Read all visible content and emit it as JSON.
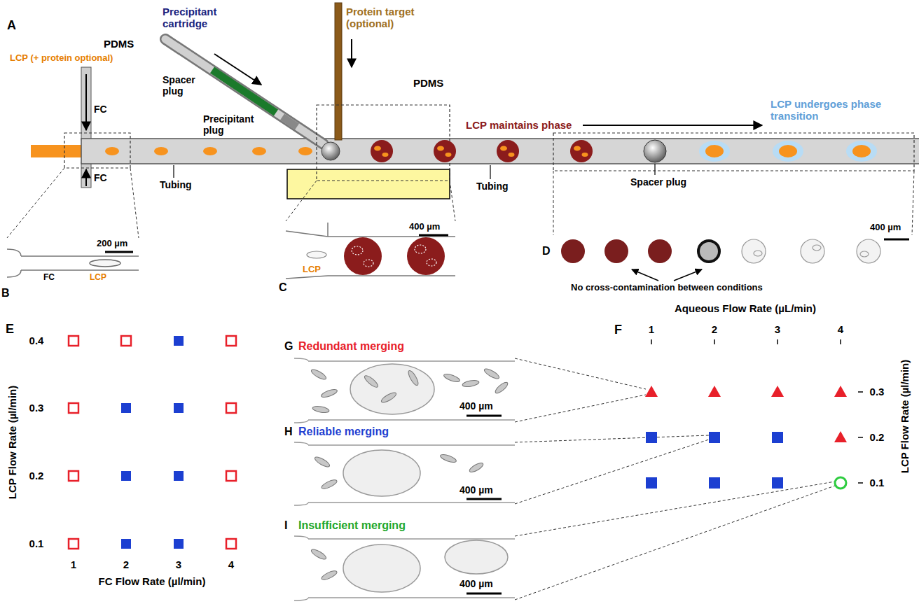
{
  "diagram": {
    "nodes": [
      {
        "text": [
          "PDMS"
        ]
      },
      {
        "text": [
          "PDMS"
        ]
      },
      {
        "text": [
          "B",
          "200 µm",
          "FC",
          "LCP"
        ]
      },
      {
        "text": [
          "C",
          "400 µm",
          "LCP"
        ]
      },
      {
        "text": [
          "D",
          "400 µm"
        ]
      },
      {
        "text": [
          "G",
          "Redundant merging",
          "400 µm"
        ]
      },
      {
        "text": [
          "H",
          "Reliable merging",
          "400 µm"
        ]
      },
      {
        "text": [
          "I",
          "Insufficient merging",
          "400 µm"
        ]
      },
      {
        "text": [
          "F"
        ]
      }
    ],
    "labels": [
      "A",
      "LCP (+ protein optional)",
      "FC",
      "FC",
      "Tubing",
      "Precipitant cartridge",
      "Spacer plug",
      "Precipitant plug",
      "Protein target (optional)",
      "LCP maintains phase",
      "LCP undergoes phase transition",
      "Spacer plug",
      "Tubing",
      "No cross-contamination between conditions",
      "E",
      "0.4",
      "0.3",
      "0.2",
      "0.1",
      "LCP Flow Rate (µl/min)",
      "1",
      "2",
      "3",
      "4",
      "FC Flow Rate (µl/min)",
      "Aqueous Flow Rate (µL/min)",
      "1",
      "2",
      "3",
      "4",
      "0.3",
      "0.2",
      "0.1",
      "LCP Flow Rate (µl/min)"
    ]
  }
}
